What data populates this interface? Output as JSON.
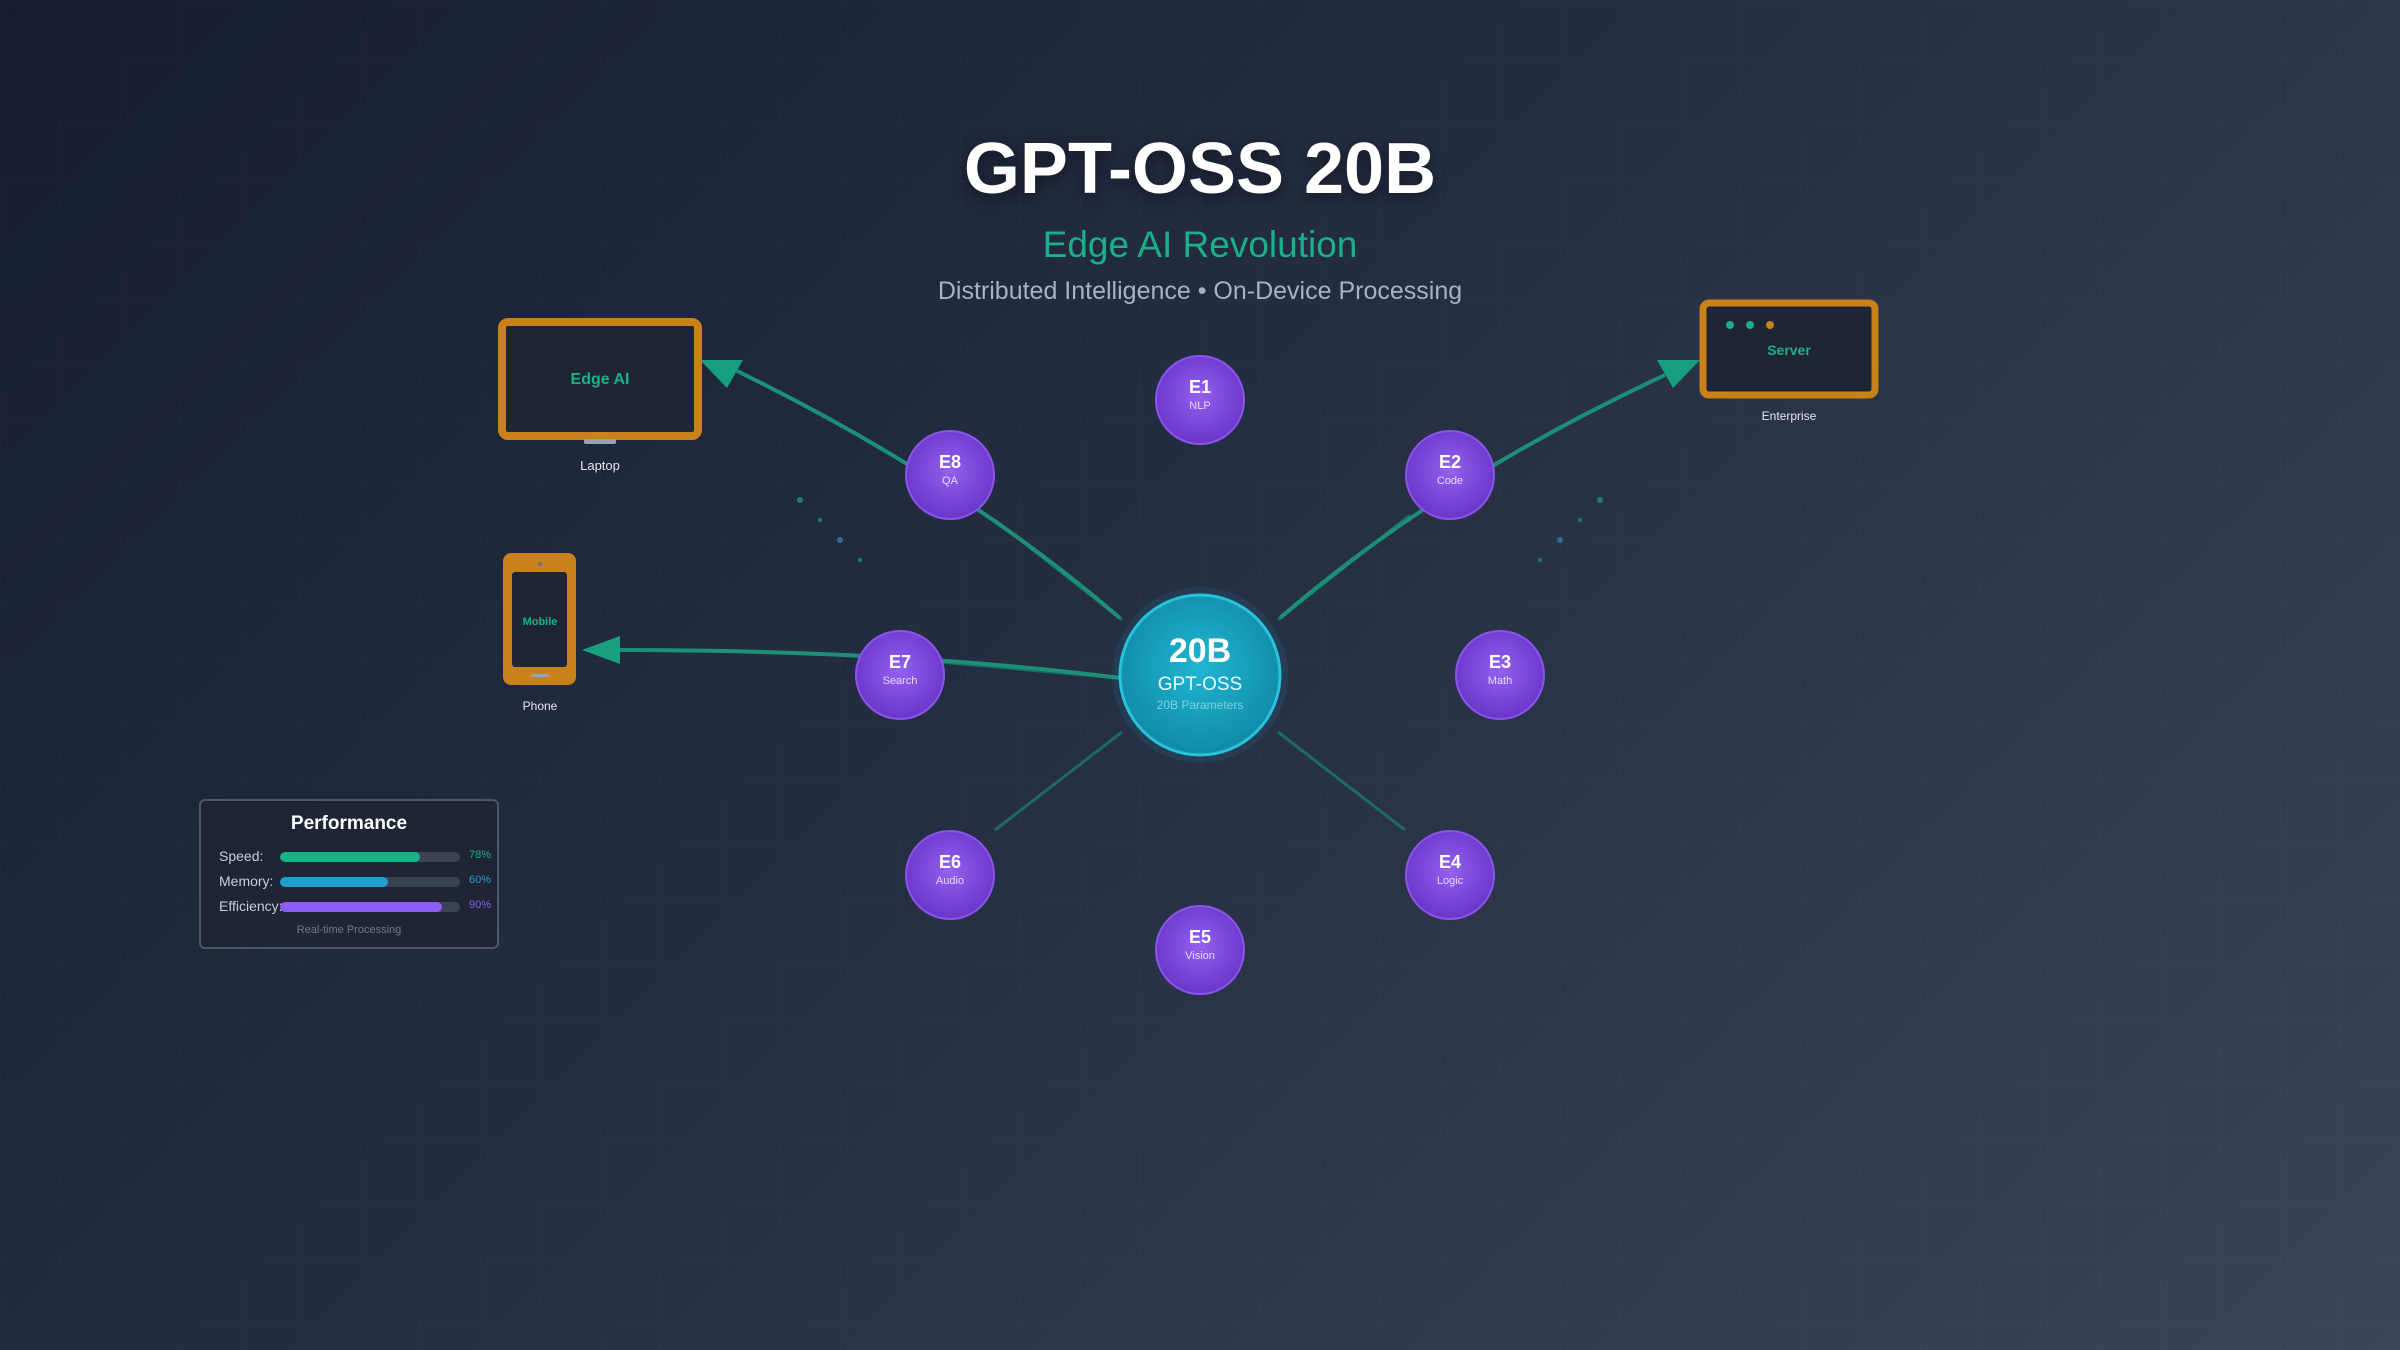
{
  "header": {
    "title": "GPT-OSS 20B",
    "subtitle": "Edge AI Revolution",
    "tagline": "Distributed Intelligence • On-Device Processing"
  },
  "hub": {
    "big": "20B",
    "name": "GPT-OSS",
    "caption": "20B Parameters"
  },
  "experts": [
    {
      "id": "E1",
      "label": "NLP"
    },
    {
      "id": "E2",
      "label": "Code"
    },
    {
      "id": "E3",
      "label": "Math"
    },
    {
      "id": "E4",
      "label": "Logic"
    },
    {
      "id": "E5",
      "label": "Vision"
    },
    {
      "id": "E6",
      "label": "Audio"
    },
    {
      "id": "E7",
      "label": "Search"
    },
    {
      "id": "E8",
      "label": "QA"
    }
  ],
  "devices": {
    "laptop": {
      "screen_text": "Edge AI",
      "caption": "Laptop"
    },
    "phone": {
      "screen_text": "Mobile",
      "caption": "Phone"
    },
    "server": {
      "screen_text": "Server",
      "caption": "Enterprise"
    }
  },
  "performance": {
    "title": "Performance",
    "metrics": [
      {
        "label": "Speed:",
        "value_text": "78%",
        "value": 0.78,
        "color": "#16b386"
      },
      {
        "label": "Memory:",
        "value_text": "60%",
        "value": 0.6,
        "color": "#1fa0cc"
      },
      {
        "label": "Efficiency:",
        "value_text": "90%",
        "value": 0.9,
        "color": "#8b5cf6"
      }
    ],
    "footer": "Real-time Processing"
  },
  "colors": {
    "accent": "#19b08a",
    "device_frame": "#c9821b",
    "expert": "#7a3fd6",
    "hub": "#1aa8c4"
  }
}
